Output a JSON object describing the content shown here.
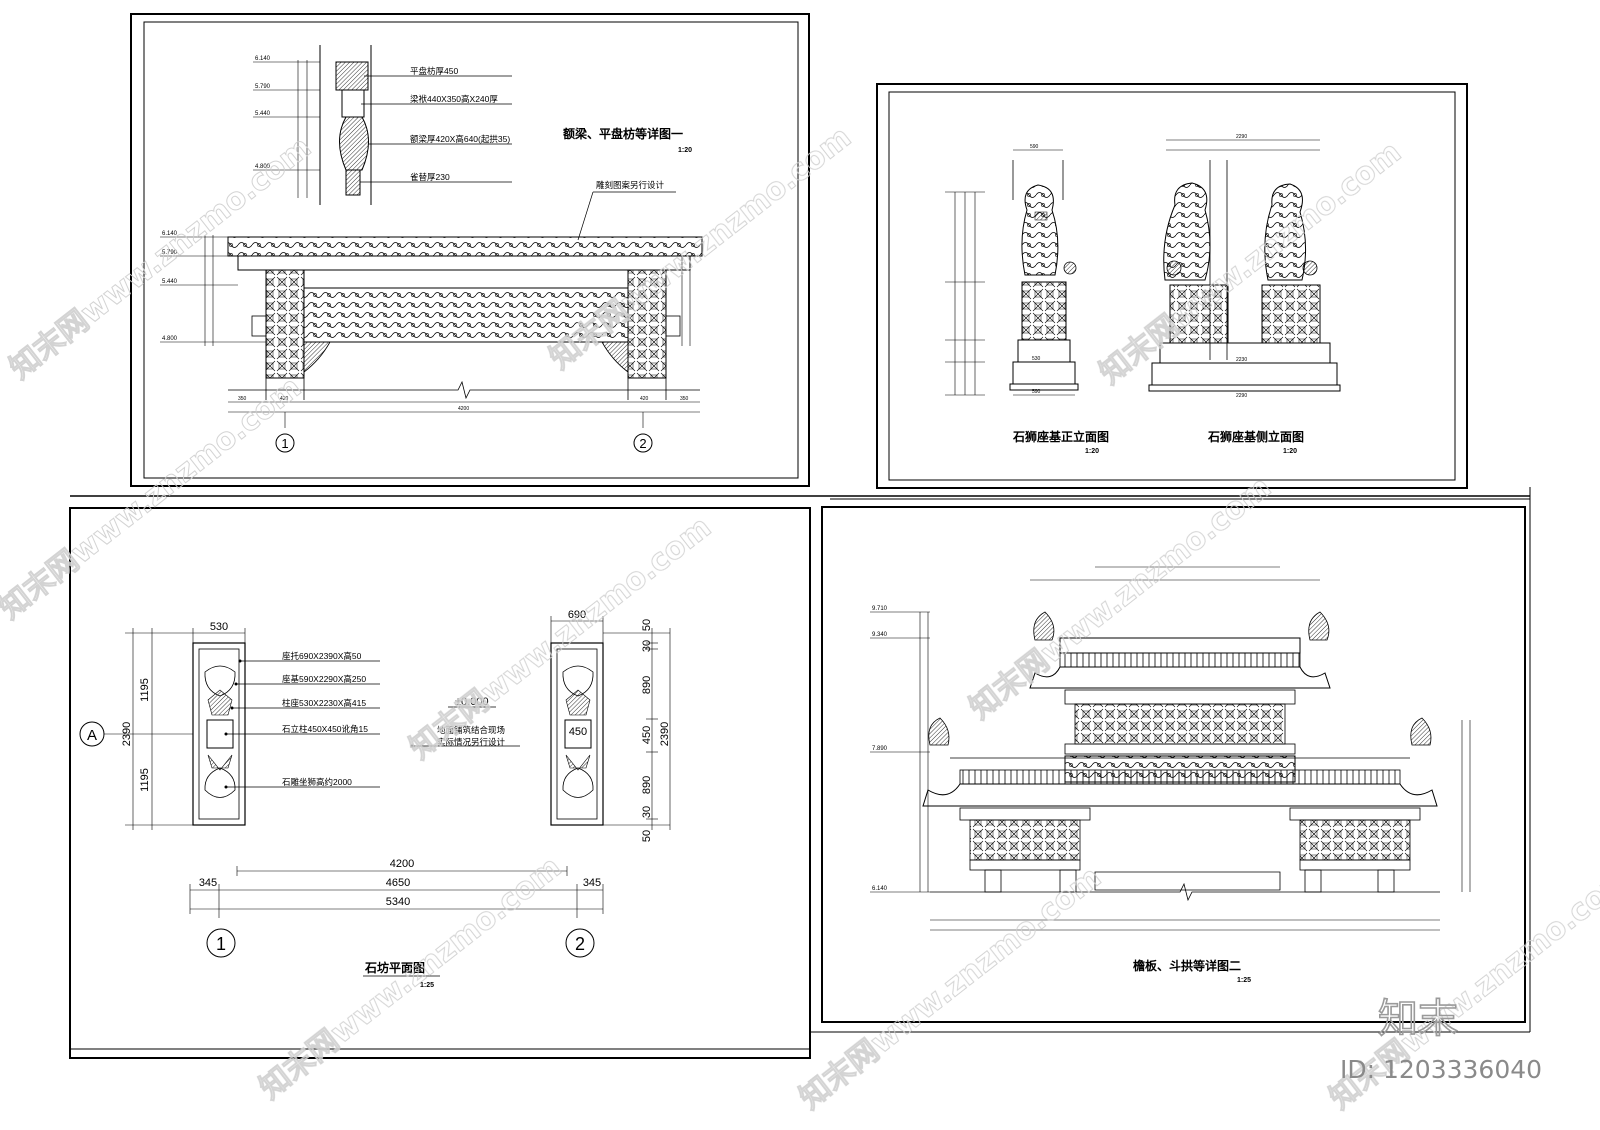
{
  "panel_detail1": {
    "title": "额梁、平盘枋等详图一",
    "scale": "1:20",
    "notes": [
      "平盘枋厚450",
      "梁袱440X350高X240厚",
      "额梁厚420X高640(起拱35)",
      "雀替厚230",
      "雕刻图案另行设计"
    ],
    "levels_section": [
      "6.140",
      "5.790",
      "5.440",
      "4.800"
    ],
    "levels_elev": [
      "6.140",
      "5.790",
      "5.440",
      "4.800"
    ],
    "axes": [
      "1",
      "2"
    ],
    "dims_bottom": [
      "350",
      "420",
      "4200",
      "420",
      "350"
    ]
  },
  "panel_lion": {
    "front_title": "石狮座基正立面图",
    "front_scale": "1:20",
    "side_title": "石狮座基侧立面图",
    "side_scale": "1:20",
    "dims_top": [
      "590",
      "2290"
    ],
    "dims_front_bottom": [
      "530",
      "590"
    ],
    "dims_side_bottom": [
      "2230",
      "2290"
    ]
  },
  "panel_plan": {
    "title": "石坊平面图",
    "scale": "1:25",
    "notes": [
      "座托690X2390X高50",
      "座基590X2290X高250",
      "柱座530X2230X高415",
      "石立柱450X450讹角15",
      "石雕坐狮高约2000"
    ],
    "ground_level": "±0.000",
    "ground_note_line1": "地面铺筑结合现场",
    "ground_note_line2": "实际情况另行设计",
    "axis_a": "A",
    "dims_left": [
      "1195",
      "1195",
      "2390"
    ],
    "dims_right": [
      "50",
      "30",
      "890",
      "450",
      "890",
      "30",
      "50",
      "2390"
    ],
    "dim_530": "530",
    "dim_690": "690",
    "dim_450": "450",
    "dim_4200": "4200",
    "dim_4650": "4650",
    "dim_5340": "5340",
    "dim_345a": "345",
    "dim_345b": "345",
    "axes": [
      "1",
      "2"
    ]
  },
  "panel_detail2": {
    "title": "檐板、斗拱等详图二",
    "scale": "1:25",
    "levels": [
      "9.710",
      "9.340",
      "7.890",
      "6.140"
    ]
  },
  "watermark": {
    "text": "知末网www.znzmo.com",
    "logo": "知末",
    "id": "ID: 1203336040"
  }
}
